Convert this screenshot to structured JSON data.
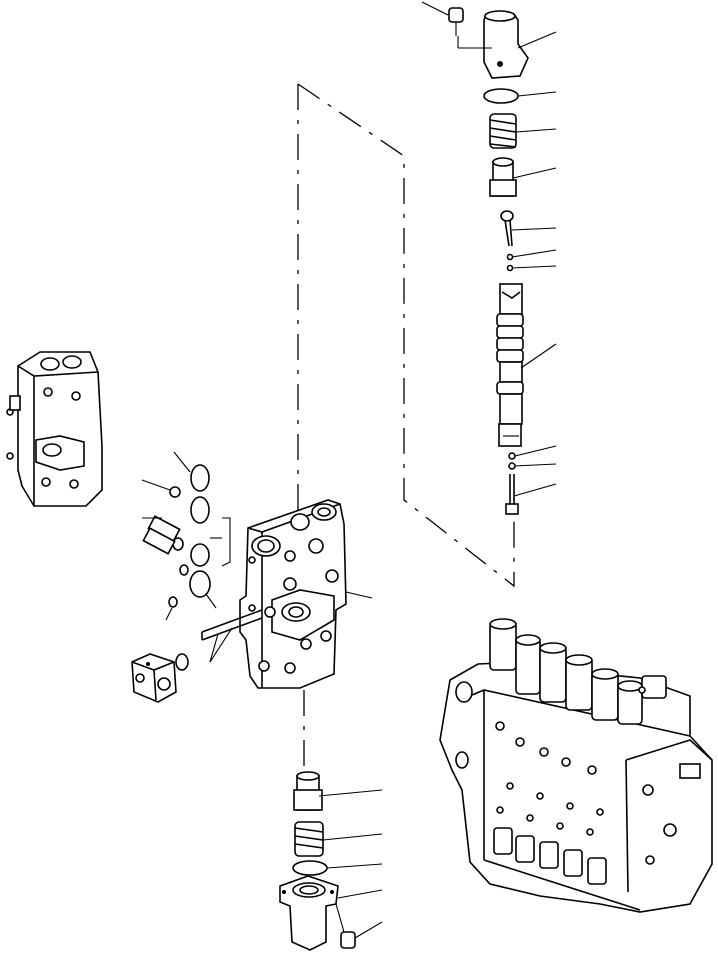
{
  "diagram": {
    "type": "exploded-parts-view",
    "labels": [],
    "callout_count_right": 13,
    "callout_count_bottom": 5,
    "callout_count_left": 6
  },
  "colors": {
    "ink": "#000000",
    "paper": "#ffffff"
  }
}
